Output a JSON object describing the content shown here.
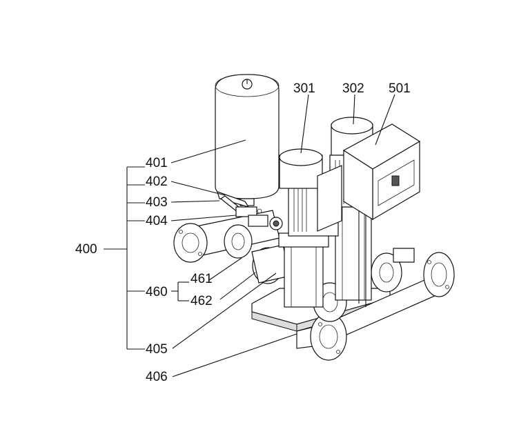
{
  "labels": {
    "l301": "301",
    "l302": "302",
    "l501": "501",
    "l401": "401",
    "l402": "402",
    "l403": "403",
    "l404": "404",
    "l400": "400",
    "l461": "461",
    "l460": "460",
    "l462": "462",
    "l405": "405",
    "l406": "406"
  }
}
